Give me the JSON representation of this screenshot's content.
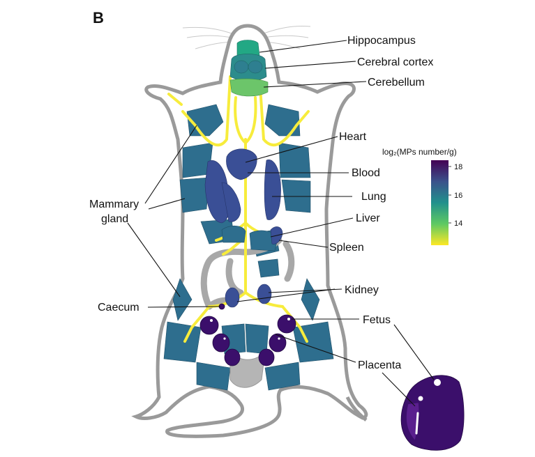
{
  "panel_letter": "B",
  "labels": {
    "hippocampus": "Hippocampus",
    "cerebral_cortex": "Cerebral cortex",
    "cerebellum": "Cerebellum",
    "heart": "Heart",
    "blood": "Blood",
    "lung": "Lung",
    "liver": "Liver",
    "spleen": "Spleen",
    "kidney": "Kidney",
    "mammary_line1": "Mammary",
    "mammary_line2": "gland",
    "caecum": "Caecum",
    "fetus": "Fetus",
    "placenta": "Placenta"
  },
  "legend": {
    "title": "log₂(MPs number/g)",
    "ticks": [
      "18",
      "16",
      "14"
    ],
    "colormap": "viridis",
    "colors": [
      "#440154",
      "#3b528b",
      "#21918c",
      "#5ec962",
      "#fde725"
    ]
  },
  "colors": {
    "body_outline": "#9a9a9a",
    "vessels": "#f7ec3c",
    "gut": "#a8a8a8",
    "hippocampus": "#22a884",
    "cerebral_cortex": "#2c8c8c",
    "cerebellum": "#6cc56a",
    "mammary_gland": "#2e6e8e",
    "heart": "#3a4f96",
    "lung": "#3a4f96",
    "fetus_placenta": "#3b0f6b"
  }
}
